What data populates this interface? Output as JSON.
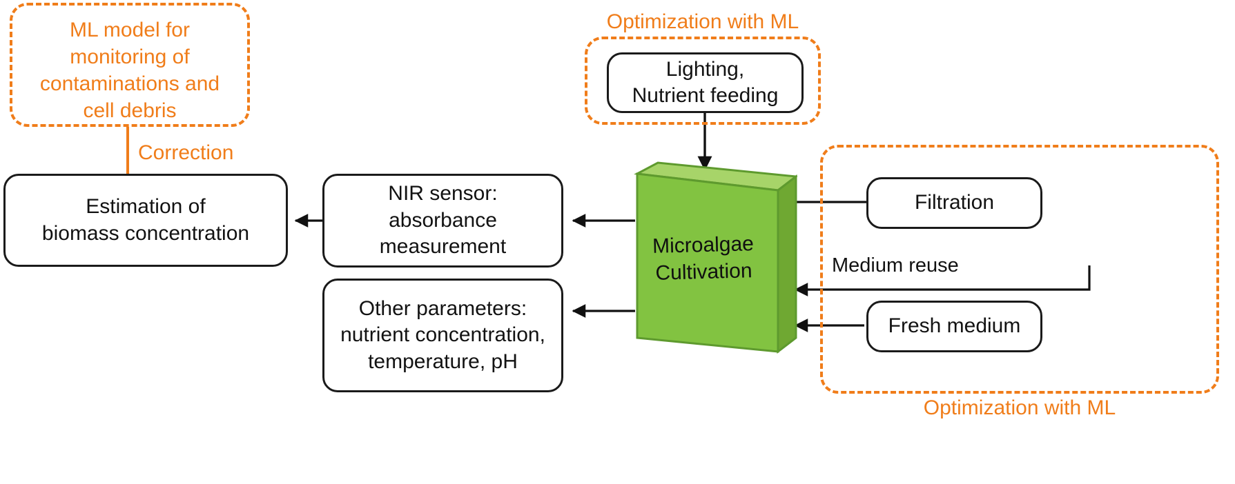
{
  "diagram": {
    "title": "Microalgae cultivation monitoring and optimization flow diagram",
    "colors": {
      "orange": "#F07D1A",
      "green_front": "#82C341",
      "green_top": "#A7D469",
      "green_side": "#6FA832",
      "green_stroke": "#5E9A2E",
      "black": "#1a1a1a"
    }
  },
  "groups": {
    "ml_model": {
      "label": "ML model for\nmonitoring of\ncontaminations and\ncell debris"
    },
    "top_optimization": {
      "label": "Optimization with ML"
    },
    "bottom_optimization": {
      "label": "Optimization with ML"
    }
  },
  "nodes": {
    "estimation": {
      "label": "Estimation of\nbiomass concentration"
    },
    "nir_sensor": {
      "label": "NIR sensor:\nabsorbance\nmeasurement"
    },
    "other_parameters": {
      "label": "Other parameters:\nnutrient concentration,\ntemperature, pH"
    },
    "lighting": {
      "label": "Lighting,\nNutrient feeding"
    },
    "cultivation": {
      "label": "Microalgae\nCultivation"
    },
    "filtration": {
      "label": "Filtration"
    },
    "fresh_medium": {
      "label": "Fresh medium"
    }
  },
  "edges": {
    "correction": {
      "label": "Correction"
    },
    "medium_reuse": {
      "label": "Medium reuse"
    }
  }
}
